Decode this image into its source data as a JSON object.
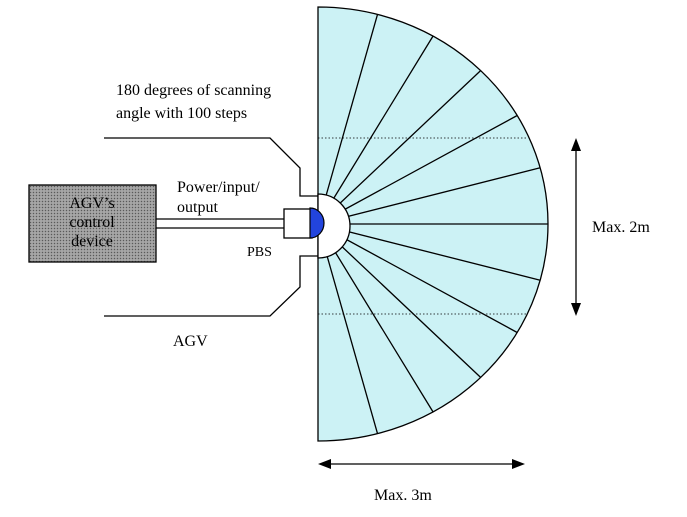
{
  "labels": {
    "scan_line1": "180 degrees of scanning",
    "scan_line2": "angle with 100 steps",
    "power_line1": "Power/input/",
    "power_line2": "output",
    "control_line1": "AGV’s",
    "control_line2": "control",
    "control_line3": "device",
    "pbs": "PBS",
    "agv": "AGV",
    "max_range": "Max. 3m",
    "max_width": "Max. 2m"
  },
  "colors": {
    "scan_fill": "#ccf2f5",
    "sensor": "#2244dd",
    "line": "#000000"
  },
  "scan": {
    "angle_degrees": 180,
    "sector_count": 12
  }
}
